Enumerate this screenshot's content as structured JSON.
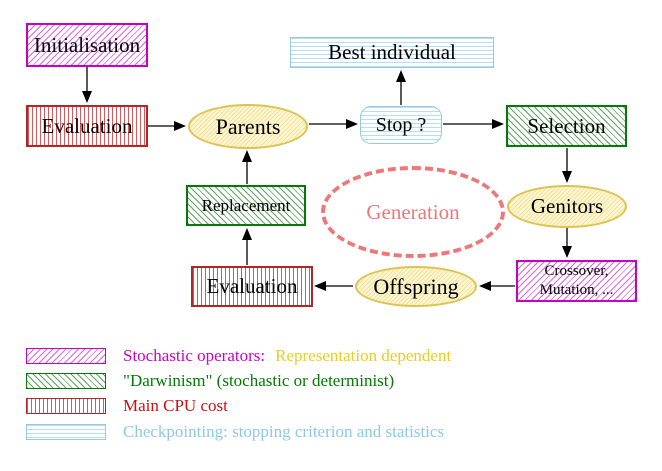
{
  "nodes": {
    "initialisation": {
      "label": "Initialisation"
    },
    "evaluation_top": {
      "label": "Evaluation"
    },
    "parents": {
      "label": "Parents"
    },
    "best_individual": {
      "label": "Best individual"
    },
    "stop": {
      "label": "Stop ?"
    },
    "selection": {
      "label": "Selection"
    },
    "replacement": {
      "label": "Replacement"
    },
    "generation": {
      "label": "Generation"
    },
    "genitors": {
      "label": "Genitors"
    },
    "evaluation_bottom": {
      "label": "Evaluation"
    },
    "offspring": {
      "label": "Offspring"
    },
    "crossover_mutation": {
      "line1": "Crossover,",
      "line2": "Mutation, ..."
    }
  },
  "legend": {
    "rows": [
      {
        "swatch": "magenta-diagonal-hatch",
        "segments": [
          {
            "text": "Stochastic operators:",
            "color": "#cc00cc"
          },
          {
            "text": "Representation dependent",
            "color": "#eecc22"
          }
        ]
      },
      {
        "swatch": "green-diagonal-hatch",
        "segments": [
          {
            "text": "\"Darwinism\" (stochastic or determinist)",
            "color": "#047a04"
          }
        ]
      },
      {
        "swatch": "red-vertical-stripes",
        "segments": [
          {
            "text": "Main CPU cost",
            "color": "#cc1111"
          }
        ]
      },
      {
        "swatch": "cyan-horizontal-stripes",
        "segments": [
          {
            "text": "Checkpointing: stopping criterion and statistics",
            "color": "#8fc8e8"
          }
        ]
      }
    ]
  },
  "colors": {
    "magenta": "#cc00cc",
    "green": "#047a04",
    "red": "#bb2222",
    "cyan": "#93cbdf",
    "yellow_fill": "#fdf7d2",
    "yellow_border": "#ddc352",
    "gold_text": "#eecc22",
    "salmon": "#ee7878",
    "arrow": "#000000",
    "background": "#ffffff"
  }
}
